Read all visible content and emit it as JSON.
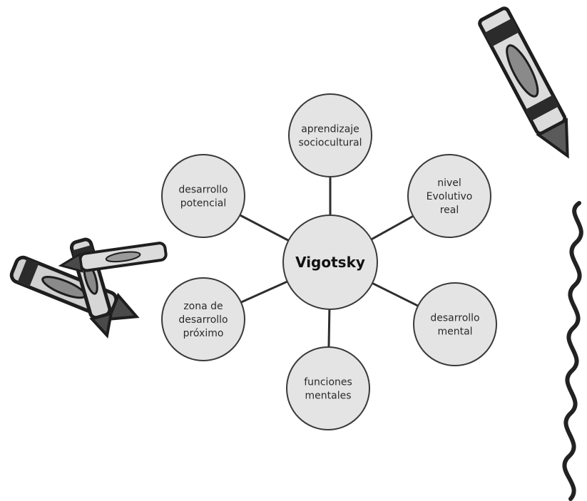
{
  "diagram": {
    "center": {
      "label": "Vigotsky"
    },
    "nodes": [
      {
        "id": "top",
        "lines": [
          "aprendizaje",
          "sociocultural"
        ]
      },
      {
        "id": "upper-right",
        "lines": [
          "nivel",
          "Evolutivo",
          "real"
        ]
      },
      {
        "id": "lower-right",
        "lines": [
          "desarrollo",
          "mental"
        ]
      },
      {
        "id": "bottom",
        "lines": [
          "funciones",
          "mentales"
        ]
      },
      {
        "id": "lower-left",
        "lines": [
          "zona de",
          "desarrollo",
          "próximo"
        ]
      },
      {
        "id": "upper-left",
        "lines": [
          "desarrollo",
          "potencial"
        ]
      }
    ]
  },
  "colors": {
    "circle_fill": "#e4e4e4",
    "circle_stroke": "#3a3a3a",
    "line": "#2e2e2e",
    "crayon_dark": "#2b2b2b",
    "crayon_mid": "#8a8a8a",
    "crayon_light": "#d6d6d6"
  },
  "decorations": [
    "crayon-top-right",
    "crayons-left",
    "wavy-border-right"
  ]
}
